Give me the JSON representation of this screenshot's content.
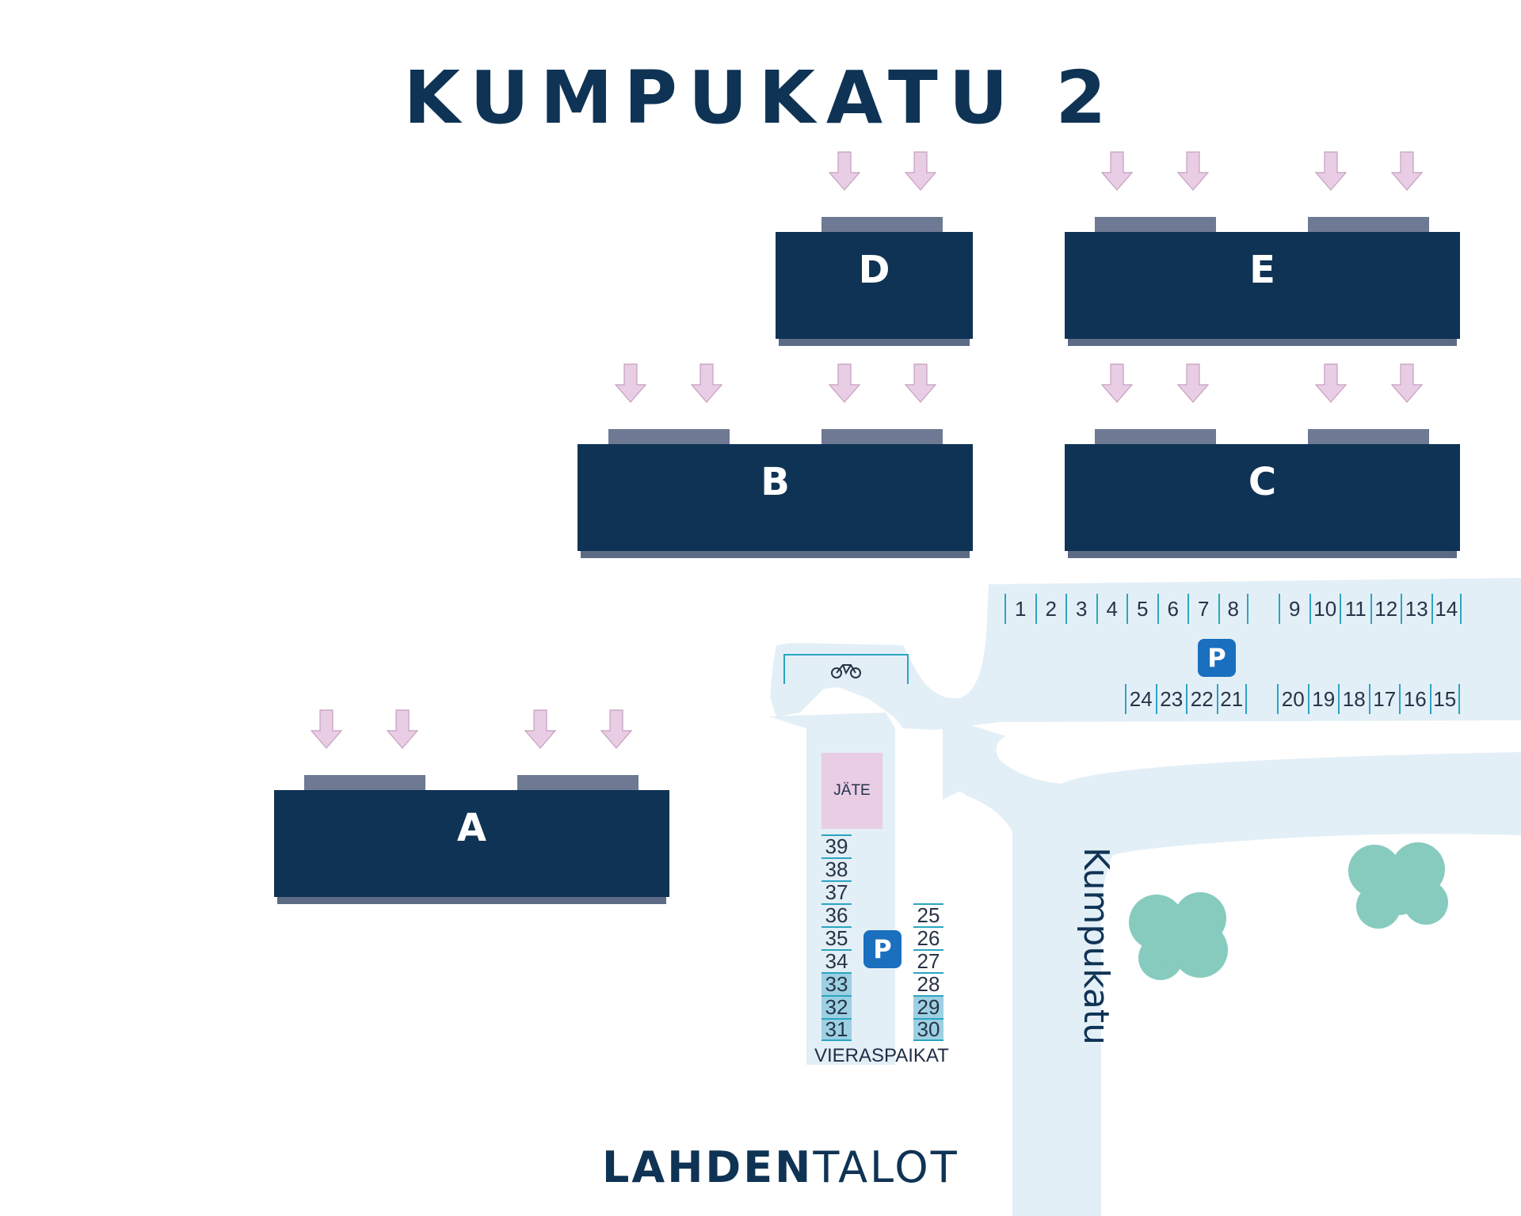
{
  "title": "KUMPUKATU 2",
  "buildings": [
    {
      "label": "A"
    },
    {
      "label": "B"
    },
    {
      "label": "C"
    },
    {
      "label": "D"
    },
    {
      "label": "E"
    }
  ],
  "parking": {
    "sign": "P",
    "top_row_left": [
      "1",
      "2",
      "3",
      "4",
      "5",
      "6",
      "7",
      "8"
    ],
    "top_row_right": [
      "9",
      "10",
      "11",
      "12",
      "13",
      "14"
    ],
    "bottom_row_left": [
      "24",
      "23",
      "22",
      "21"
    ],
    "bottom_row_right": [
      "20",
      "19",
      "18",
      "17",
      "16",
      "15"
    ],
    "guest_left": [
      "39",
      "38",
      "37",
      "36",
      "35",
      "34",
      "33",
      "32",
      "31"
    ],
    "guest_right": [
      "25",
      "26",
      "27",
      "28",
      "29",
      "30"
    ],
    "guest_highlighted": [
      "29",
      "30",
      "31",
      "32",
      "33"
    ]
  },
  "waste_label": "JÄTE",
  "guest_label": "VIERASPAIKAT",
  "street_name": "Kumpukatu",
  "logo": {
    "bold": "LAHDEN",
    "regular": "TALOT"
  },
  "colors": {
    "building": "#0f3354",
    "canopy": "#6e7a93",
    "entrance_arrow": "#e8cde4",
    "road": "#e3eff6",
    "parking_line": "#2ba5c2",
    "parking_sign": "#1a6fbf",
    "tree": "#87cbbf"
  },
  "icons": [
    "entrance-arrow-icon",
    "bicycle-icon",
    "tree-icon",
    "parking-sign-icon"
  ]
}
